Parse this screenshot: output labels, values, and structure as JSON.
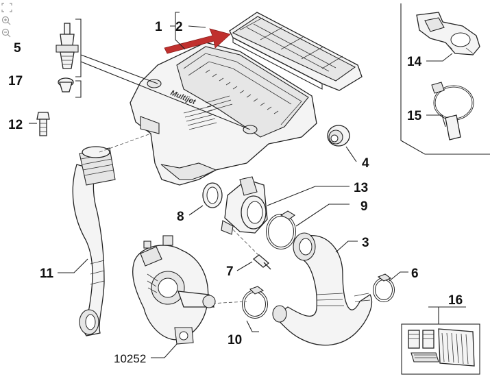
{
  "viewer": {
    "controls": [
      {
        "name": "fit-screen-icon",
        "symbol": "⛶"
      },
      {
        "name": "zoom-in-icon",
        "symbol": "⊕"
      },
      {
        "name": "zoom-out-icon",
        "symbol": "⊖"
      }
    ]
  },
  "diagram": {
    "callouts": {
      "p1": "1",
      "p2": "2",
      "p3": "3",
      "p4": "4",
      "p5": "5",
      "p6": "6",
      "p7": "7",
      "p8": "8",
      "p9": "9",
      "p10": "10",
      "p11": "11",
      "p12": "12",
      "p13": "13",
      "p14": "14",
      "p15": "15",
      "p16": "16",
      "p17": "17",
      "p10252": "10252"
    },
    "logo_text": "Multijet",
    "colors": {
      "highlight_arrow": "#c0302e",
      "ink": "#222222"
    }
  }
}
